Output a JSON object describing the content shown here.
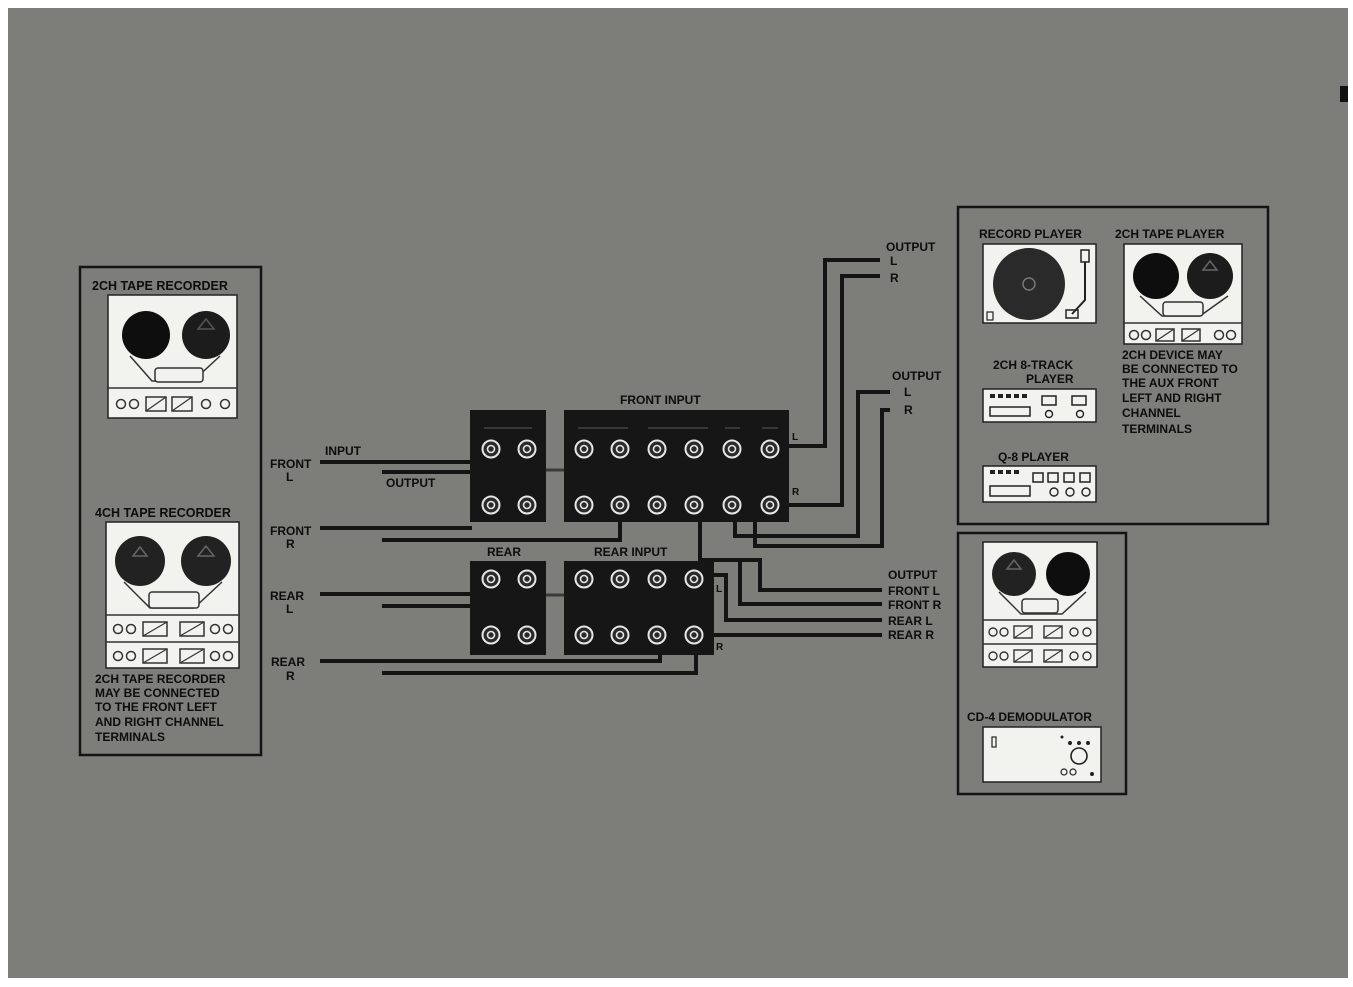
{
  "left_panel": {
    "tape2_title": "2CH TAPE RECORDER",
    "tape4_title": "4CH TAPE RECORDER",
    "note_lines": [
      "2CH TAPE RECORDER",
      "MAY BE CONNECTED",
      "TO THE FRONT LEFT",
      "AND RIGHT CHANNEL",
      "TERMINALS"
    ]
  },
  "left_labels": {
    "front_l": [
      "FRONT",
      "L"
    ],
    "input": "INPUT",
    "output": "OUTPUT",
    "front_r": [
      "FRONT",
      "R"
    ],
    "rear_l": [
      "REAR",
      "L"
    ],
    "rear_r": [
      "REAR",
      "R"
    ]
  },
  "center": {
    "front_input": "FRONT INPUT",
    "rear": "REAR",
    "rear_input": "REAR INPUT",
    "ch_l": "L",
    "ch_r": "R"
  },
  "right_labels": {
    "output1": [
      "OUTPUT",
      "L",
      "R"
    ],
    "output2": [
      "OUTPUT",
      "L",
      "R"
    ],
    "output3": [
      "OUTPUT",
      "FRONT L",
      "FRONT R",
      "REAR L",
      "REAR R"
    ]
  },
  "right_top_panel": {
    "record_player": "RECORD PLAYER",
    "tape_player": "2CH TAPE PLAYER",
    "track8": [
      "2CH 8-TRACK",
      "PLAYER"
    ],
    "q8": "Q-8 PLAYER",
    "note_lines": [
      "2CH DEVICE MAY",
      "BE CONNECTED TO",
      "THE AUX FRONT",
      "LEFT AND RIGHT",
      "CHANNEL",
      "TERMINALS"
    ]
  },
  "right_bottom_panel": {
    "cd4": "CD-4 DEMODULATOR"
  },
  "colors": {
    "background": "#7d7d79",
    "panel_dark": "#161616",
    "device_face": "#f2f2ee",
    "line": "#141414"
  }
}
